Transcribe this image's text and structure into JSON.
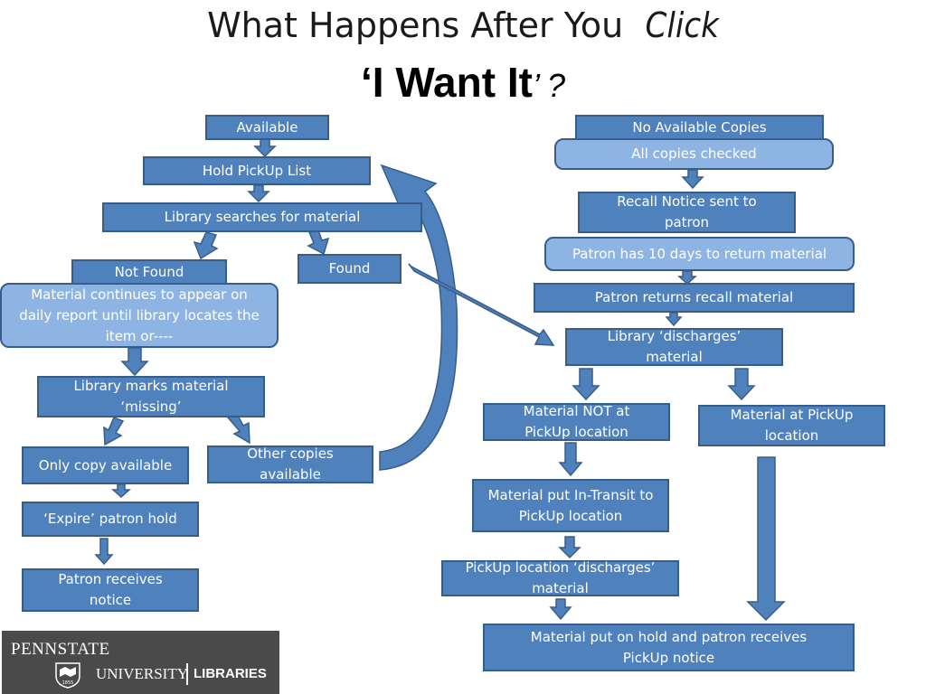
{
  "title": {
    "line1_prefix": "What  Happens  After You",
    "line1_click": "Click",
    "line2_open": "‘",
    "line2_main": "I  Want  It",
    "line2_close": "’ ?"
  },
  "left_flow": {
    "available": "Available",
    "hold_pickup_list": "Hold PickUp List",
    "library_searches": "Library searches for material",
    "not_found": "Not Found",
    "found": "Found",
    "material_continues": "Material continues to appear on daily report until library locates the item or----",
    "marks_missing": "Library marks material ‘missing’",
    "only_copy": "Only copy available",
    "other_copies": "Other copies available",
    "expire_hold": "‘Expire’ patron hold",
    "patron_receives_notice": "Patron receives notice"
  },
  "right_flow": {
    "no_available_copies": "No Available Copies",
    "all_copies_checked": "All copies checked",
    "recall_notice": "Recall Notice sent to patron",
    "patron_10_days": "Patron has 10 days to return material",
    "patron_returns": "Patron returns recall material",
    "library_discharges": "Library ‘discharges’ material",
    "not_at_pickup": "Material NOT at PickUp location",
    "at_pickup": "Material at PickUp location",
    "in_transit": "Material put In-Transit to PickUp location",
    "pickup_discharges": "PickUp  location ‘discharges’ material",
    "hold_notice": "Material put on hold and patron receives PickUp notice"
  },
  "logo": {
    "pennstate": "PENNSTATE",
    "seal_year": "1855",
    "university": "UNIVERSITY",
    "libraries": "LIBRARIES"
  },
  "colors": {
    "box_fill": "#4f81bd",
    "box_light_fill": "#8eb4e3",
    "box_border": "#385d8a"
  }
}
